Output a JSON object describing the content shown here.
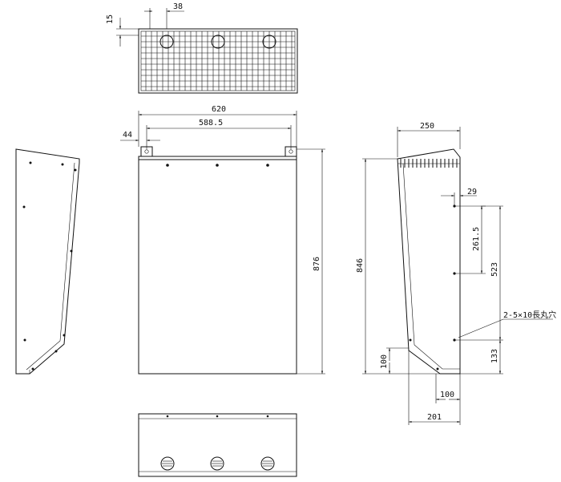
{
  "drawing": {
    "dims": {
      "top_15": "15",
      "top_38": "38",
      "front_620": "620",
      "front_5885": "588.5",
      "front_44": "44",
      "front_876": "876",
      "side_250": "250",
      "side_846": "846",
      "side_29": "29",
      "side_2615": "261.5",
      "side_523": "523",
      "side_100_left": "100",
      "side_133": "133",
      "side_100_bottom": "100",
      "side_201": "201"
    },
    "note": "2-5×10長丸穴"
  }
}
